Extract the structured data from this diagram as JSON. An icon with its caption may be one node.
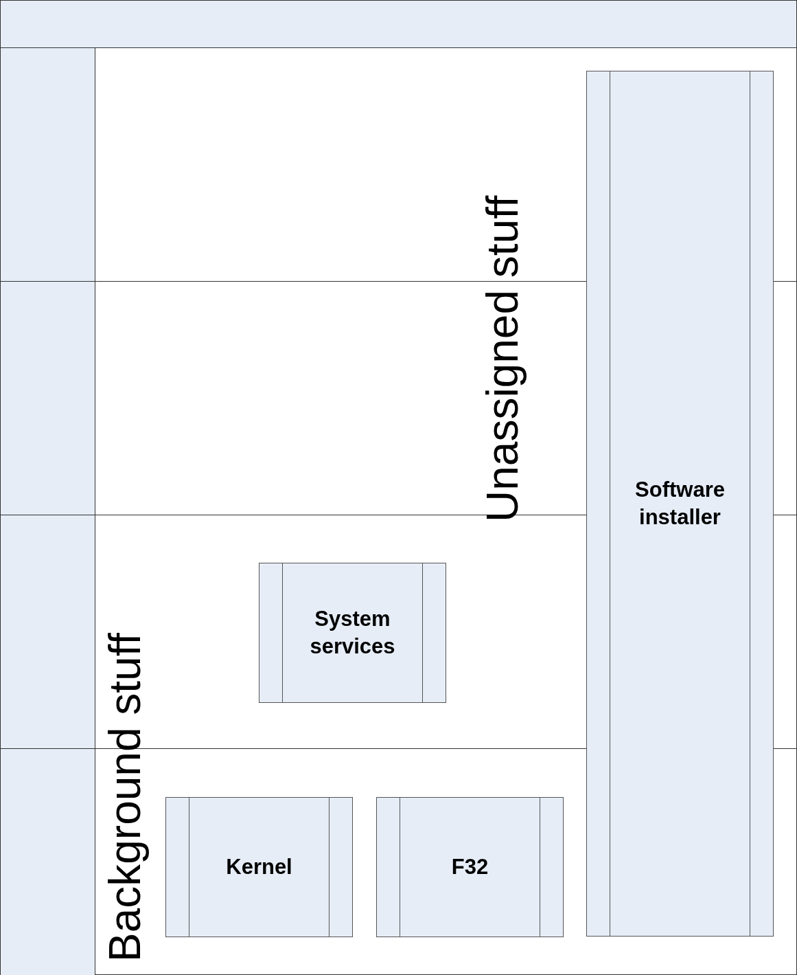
{
  "diagram": {
    "nodes": [
      {
        "text": [],
        "shape": "box"
      },
      {
        "text": [],
        "shape": "box",
        "in": 0
      },
      {
        "text": [],
        "shape": "box",
        "in": 0
      },
      {
        "text": [],
        "shape": "box",
        "in": 0
      },
      {
        "text": [],
        "shape": "box",
        "in": 0
      },
      {
        "text": [
          "Software installer"
        ],
        "in": 0
      },
      {
        "text": [
          "System services"
        ],
        "in": 3
      },
      {
        "text": [
          "Kernel"
        ],
        "in": 4
      },
      {
        "text": [
          "F32"
        ],
        "in": 4
      }
    ],
    "edges": [],
    "labels": [
      "Unassigned stuff",
      "Background stuff"
    ]
  }
}
